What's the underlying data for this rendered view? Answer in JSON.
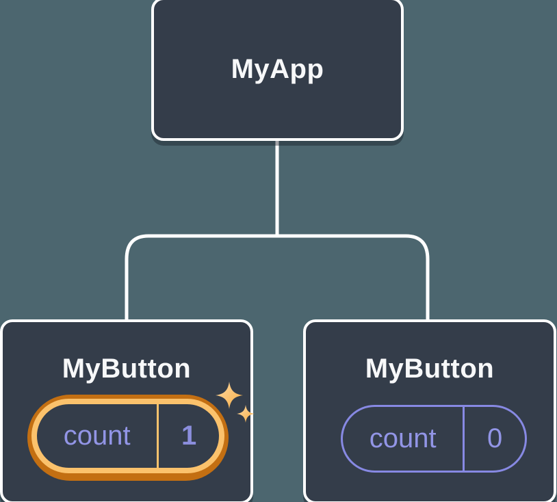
{
  "diagram": {
    "root": {
      "label": "MyApp"
    },
    "children": [
      {
        "label": "MyButton",
        "state": {
          "key": "count",
          "value": "1"
        },
        "highlighted": true
      },
      {
        "label": "MyButton",
        "state": {
          "key": "count",
          "value": "0"
        },
        "highlighted": false
      }
    ]
  },
  "icons": [
    {
      "name": "sparkles-icon",
      "glyph": "✦"
    }
  ],
  "colors": {
    "background": "#4c666f",
    "node_fill": "#343d4a",
    "node_border": "#ffffff",
    "label_text": "#f7f8f9",
    "state_text": "#9295e6",
    "highlight_ring_light": "#fbc26c",
    "highlight_ring_dark": "#c36f12",
    "pill_outline_purple": "#8789e3",
    "sparkle_gold_light": "#ffdba6",
    "sparkle_gold_dark": "#f6ac42"
  }
}
